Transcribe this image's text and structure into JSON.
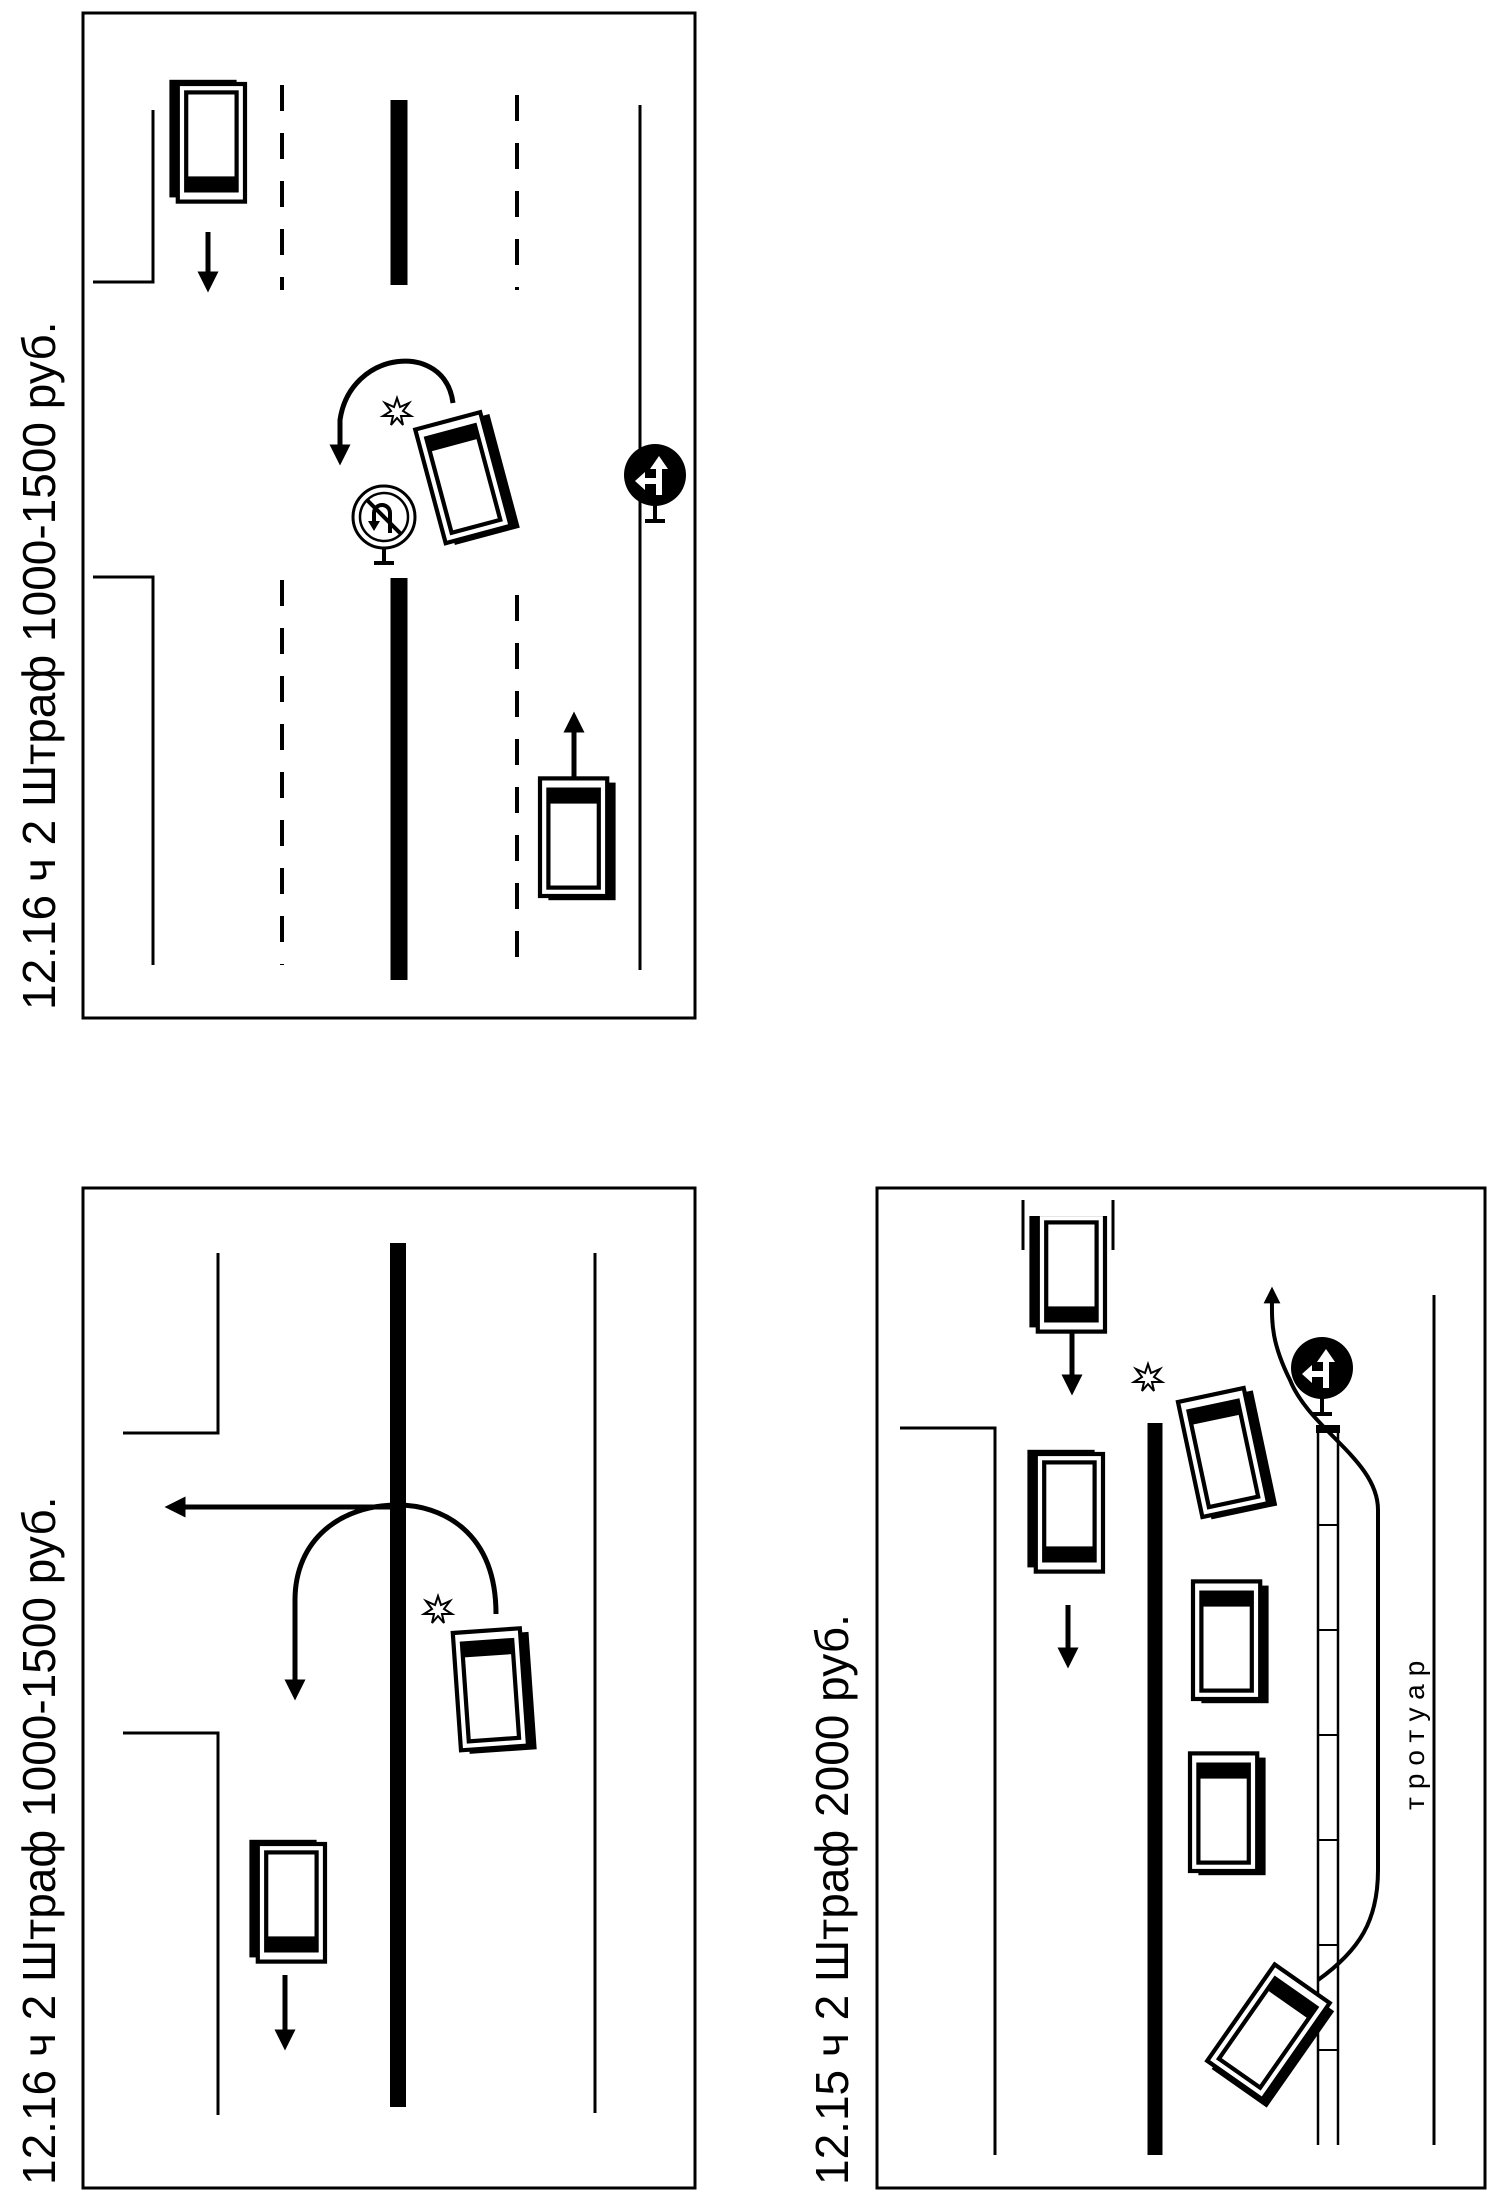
{
  "panels": [
    {
      "id": "top",
      "caption": "12.16 ч 2  Штраф  1000-1500 руб."
    },
    {
      "id": "middle",
      "caption": "12.16 ч 2  Штраф  1000-1500 руб."
    },
    {
      "id": "bottom",
      "caption": "12.15 ч 2  Штраф  2000 руб.",
      "sidewalk_label": "тротуар"
    }
  ],
  "icons": {
    "no_uturn_sign": "no-u-turn-sign-icon",
    "straight_left_sign": "straight-or-left-sign-icon",
    "impact": "impact-star-icon",
    "arrow": "direction-arrow-icon"
  },
  "colors": {
    "ink": "#000000",
    "paper": "#ffffff"
  }
}
